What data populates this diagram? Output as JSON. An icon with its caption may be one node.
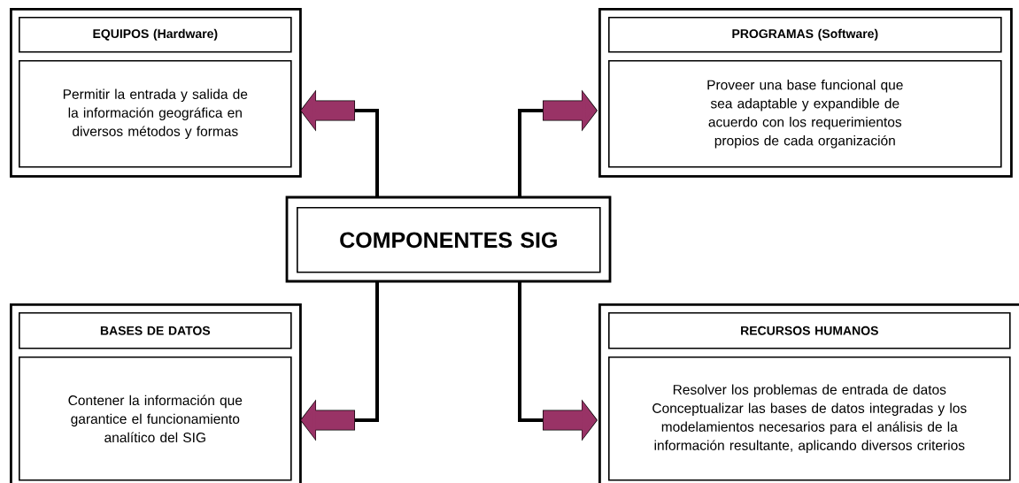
{
  "diagram": {
    "nodes": [
      {
        "text": [],
        "shape": "box"
      },
      {
        "text": [
          "EQUIPOS (Hardware)"
        ],
        "in": 0
      },
      {
        "text": [
          "Permitir la entrada y salida de la información geográfica en diversos métodos y formas"
        ],
        "in": 0
      },
      {
        "text": [],
        "shape": "box"
      },
      {
        "text": [
          "PROGRAMAS (Software)"
        ],
        "in": 3
      },
      {
        "text": [
          "Proveer una base funcional que sea adaptable y expandible de acuerdo con los requerimientos propios de cada organización"
        ],
        "in": 3
      },
      {
        "text": [
          "COMPONENTES SIG"
        ]
      },
      {
        "text": [],
        "shape": "box"
      },
      {
        "text": [
          "BASES DE DATOS"
        ],
        "in": 7
      },
      {
        "text": [
          "Contener la información que garantice el funcionamiento analítico del SIG"
        ],
        "in": 7
      },
      {
        "text": [],
        "shape": "box"
      },
      {
        "text": [
          "RECURSOS HUMANOS"
        ],
        "in": 10
      },
      {
        "text": [
          "Resolver los problemas de entrada de datos Conceptualizar las bases de datos integradas y los modelamientos necesarios para el análisis de la información resultante, aplicando diversos criterios"
        ],
        "in": 10
      }
    ],
    "edges": [
      {
        "from": 6,
        "to": 0,
        "arrow": "to"
      },
      {
        "from": 6,
        "to": 3,
        "arrow": "to"
      },
      {
        "from": 6,
        "to": 7,
        "arrow": "to"
      },
      {
        "from": 6,
        "to": 10,
        "arrow": "to"
      }
    ]
  }
}
